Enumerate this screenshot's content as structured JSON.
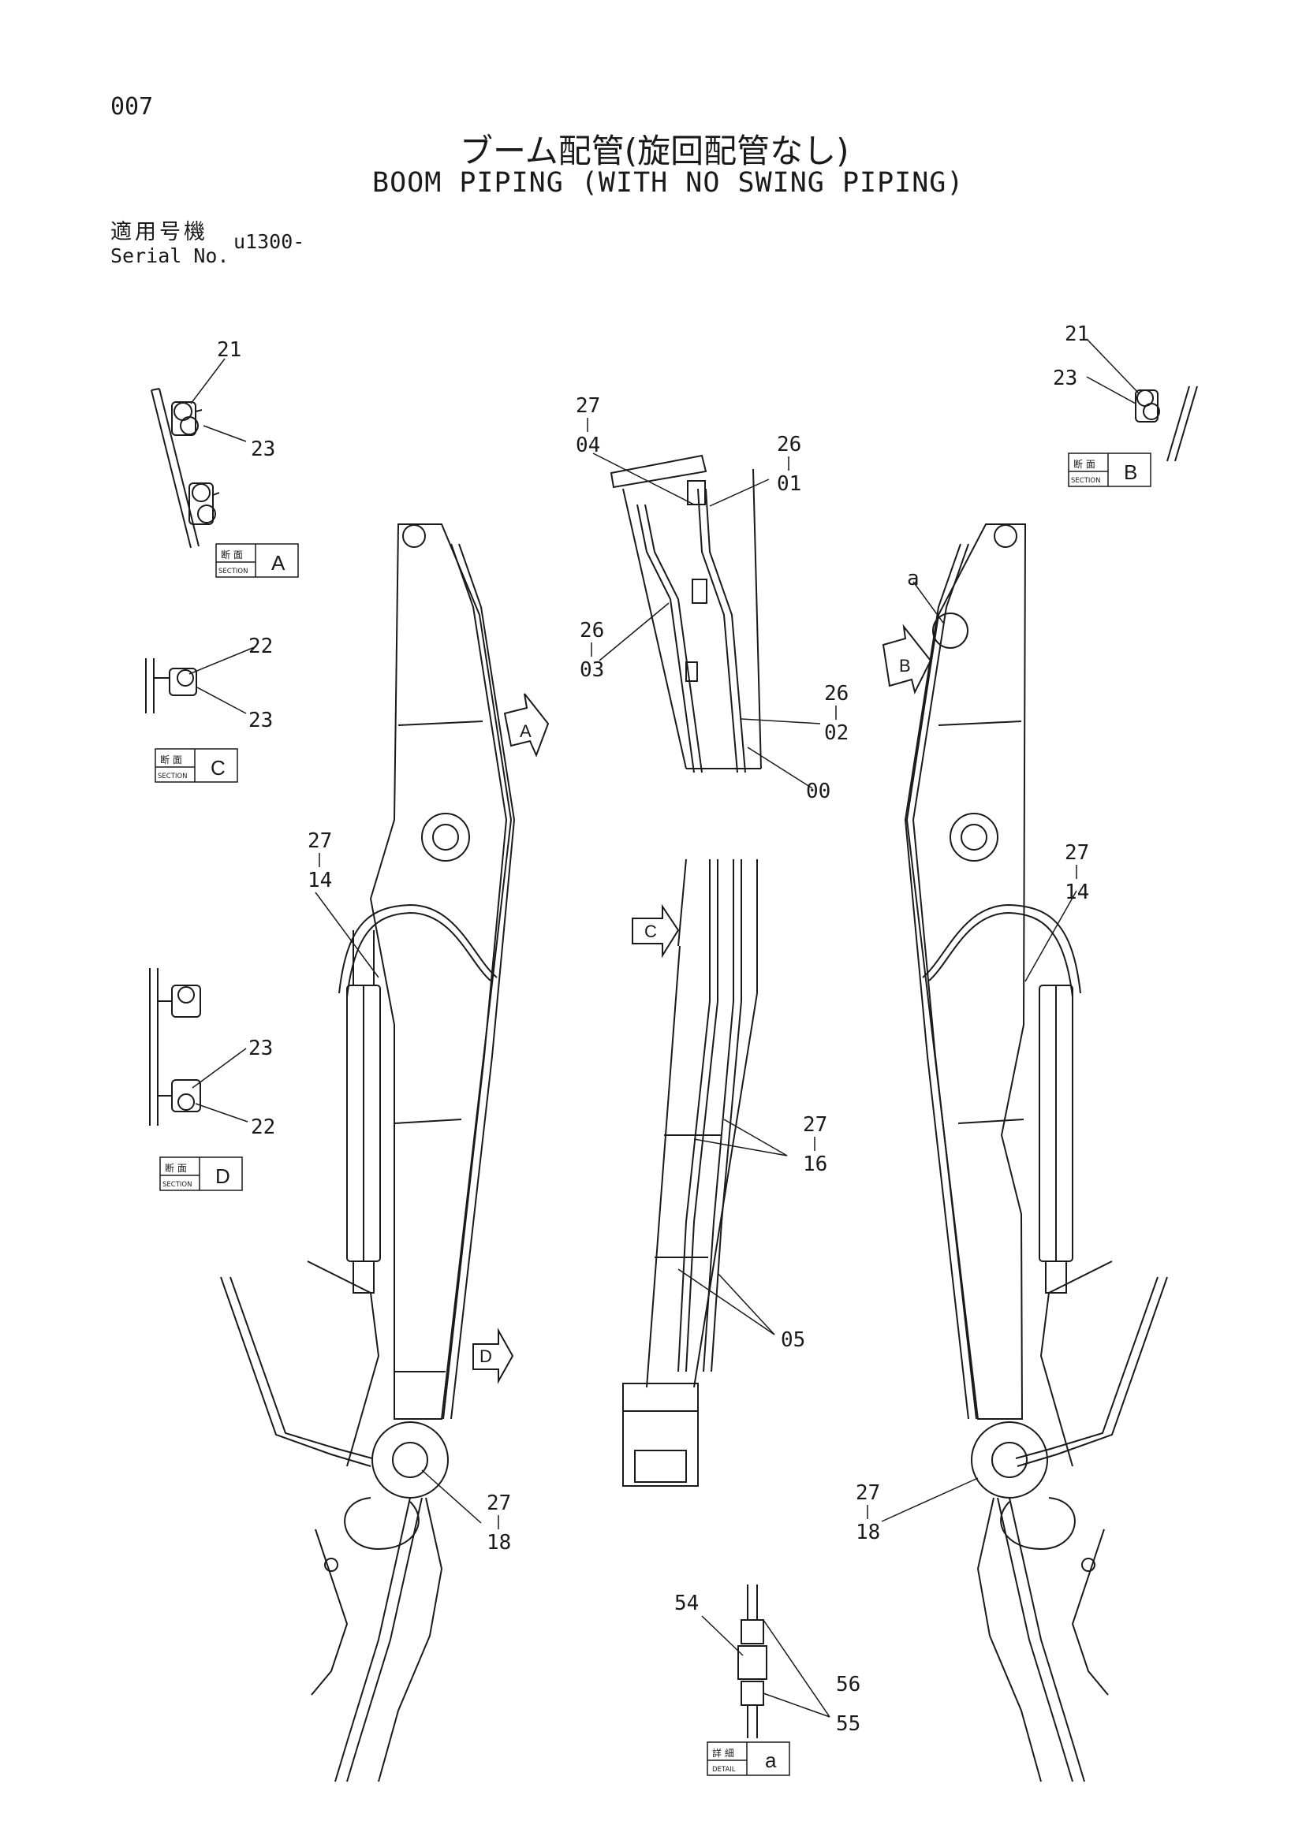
{
  "header": {
    "page_number": "007",
    "title_jp": "ブーム配管(旋回配管なし)",
    "title_en": "BOOM PIPING (WITH NO SWING PIPING)",
    "serial_label_jp": "適用号機",
    "serial_label_en": "Serial No.",
    "serial_value": "u1300-"
  },
  "views": [
    {
      "kind": "section",
      "label_jp": "断 面",
      "label_en": "SECTION",
      "letter": "A"
    },
    {
      "kind": "section",
      "label_jp": "断 面",
      "label_en": "SECTION",
      "letter": "B"
    },
    {
      "kind": "section",
      "label_jp": "断 面",
      "label_en": "SECTION",
      "letter": "C"
    },
    {
      "kind": "section",
      "label_jp": "断 面",
      "label_en": "SECTION",
      "letter": "D"
    },
    {
      "kind": "detail",
      "label_jp": "詳 細",
      "label_en": "DETAIL",
      "letter": "a"
    }
  ],
  "view_arrows": [
    "A",
    "B",
    "C",
    "D"
  ],
  "detail_marker": "a",
  "callouts": [
    {
      "text": "21"
    },
    {
      "text": "23"
    },
    {
      "text": "22"
    },
    {
      "text": "23"
    },
    {
      "text": "23"
    },
    {
      "text": "22"
    },
    {
      "text": "21"
    },
    {
      "text": "23"
    },
    {
      "text": "27",
      "sub": "04"
    },
    {
      "text": "26",
      "sub": "01"
    },
    {
      "text": "26",
      "sub": "03"
    },
    {
      "text": "26",
      "sub": "02"
    },
    {
      "text": "00"
    },
    {
      "text": "27",
      "sub": "14"
    },
    {
      "text": "27",
      "sub": "14"
    },
    {
      "text": "27",
      "sub": "16"
    },
    {
      "text": "05"
    },
    {
      "text": "27",
      "sub": "18"
    },
    {
      "text": "27",
      "sub": "18"
    },
    {
      "text": "54"
    },
    {
      "text": "56"
    },
    {
      "text": "55"
    }
  ]
}
